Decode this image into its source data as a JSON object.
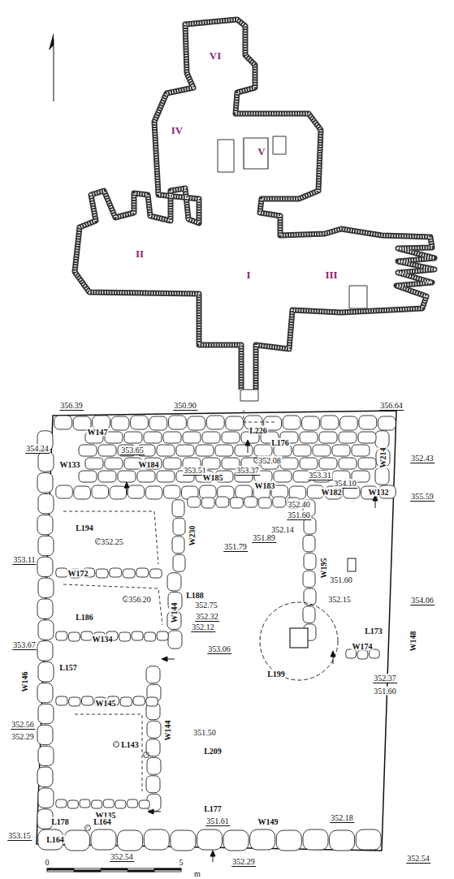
{
  "diagram": {
    "labels": [
      "VI",
      "IV",
      "V",
      "II",
      "I",
      "III",
      "356.39",
      "W147",
      "350.90",
      "L226",
      "L176",
      "356.64",
      "352.08",
      "354.24",
      "W133",
      "353.65",
      "W184",
      "353.51",
      "W185",
      "353.37",
      "W183",
      "353.31",
      "354.10",
      "W182",
      "W132",
      "W214",
      "352.43",
      "355.59",
      "352.40",
      "351.60",
      "352.14",
      "351.89",
      "351.79",
      "L194",
      "352.25",
      "353.11",
      "W172",
      "W230",
      "L188",
      "352.75",
      "352.32",
      "356.20",
      "L186",
      "353.67",
      "W146",
      "W134",
      "W144",
      "352.12",
      "353.06",
      "L157",
      "351.60",
      "W195",
      "352.15",
      "L173",
      "W148",
      "354.06",
      "W174",
      "352.37",
      "351.60",
      "L199",
      "W145",
      "352.56",
      "352.29",
      "L143",
      "W144",
      "351.50",
      "L209",
      "W135",
      "L178",
      "L164",
      "353.15",
      "L164",
      "L177",
      "351.61",
      "W149",
      "352.18",
      "352.54",
      "352.29",
      "352.54",
      "0",
      "5",
      "m"
    ]
  }
}
